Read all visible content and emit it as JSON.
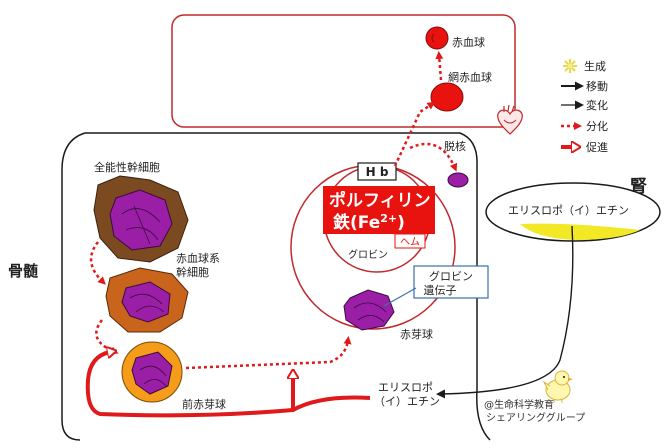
{
  "organs": {
    "bone_marrow": "骨髄",
    "kidney": "腎"
  },
  "cells": {
    "totipotent_stem_cell": "全能性幹細胞",
    "erythroid_stem_cell_line1": "赤血球系",
    "erythroid_stem_cell_line2": "幹細胞",
    "proerythroblast": "前赤芽球",
    "erythroblast": "赤芽球",
    "reticulocyte": "網赤血球",
    "red_blood_cell": "赤血球",
    "enucleation": "脱核"
  },
  "hemoglobin": {
    "hb_label": "H b",
    "porphyrin": "ポルフィリン",
    "iron_prefix": "鉄(Fe",
    "iron_charge": "2+",
    "iron_suffix": ")",
    "heme": "ヘム",
    "globin": "グロビン",
    "globin_gene_line1": "グロビン",
    "globin_gene_line2": "遺伝子"
  },
  "erythropoietin": {
    "kidney_label": "エリスロポ（イ）エチン",
    "marrow_label_line1": "エリスロポ",
    "marrow_label_line2": "（イ）エチン"
  },
  "legend": {
    "production": "生成",
    "movement": "移動",
    "change": "変化",
    "differentiation": "分化",
    "promotion": "促進"
  },
  "credit": {
    "line1": "@生命科学教育",
    "line2": "シェアリンググループ"
  },
  "colors": {
    "outline": "#1a1a1a",
    "vessel": "#c0282d",
    "dotted_arrow": "#e0191b",
    "promote_arrow": "#e0191b",
    "purple_nucleus": "#9b1fa6",
    "stem_cell_brown": "#7b4a21",
    "erythroid_orange": "#c8641b",
    "proerythroblast_orange": "#f59c1a",
    "red_cell": "#e8120f",
    "porphyrin_box": "#e8120f",
    "yellow_highlight": "#f2e825",
    "star": "#e6d84a"
  }
}
